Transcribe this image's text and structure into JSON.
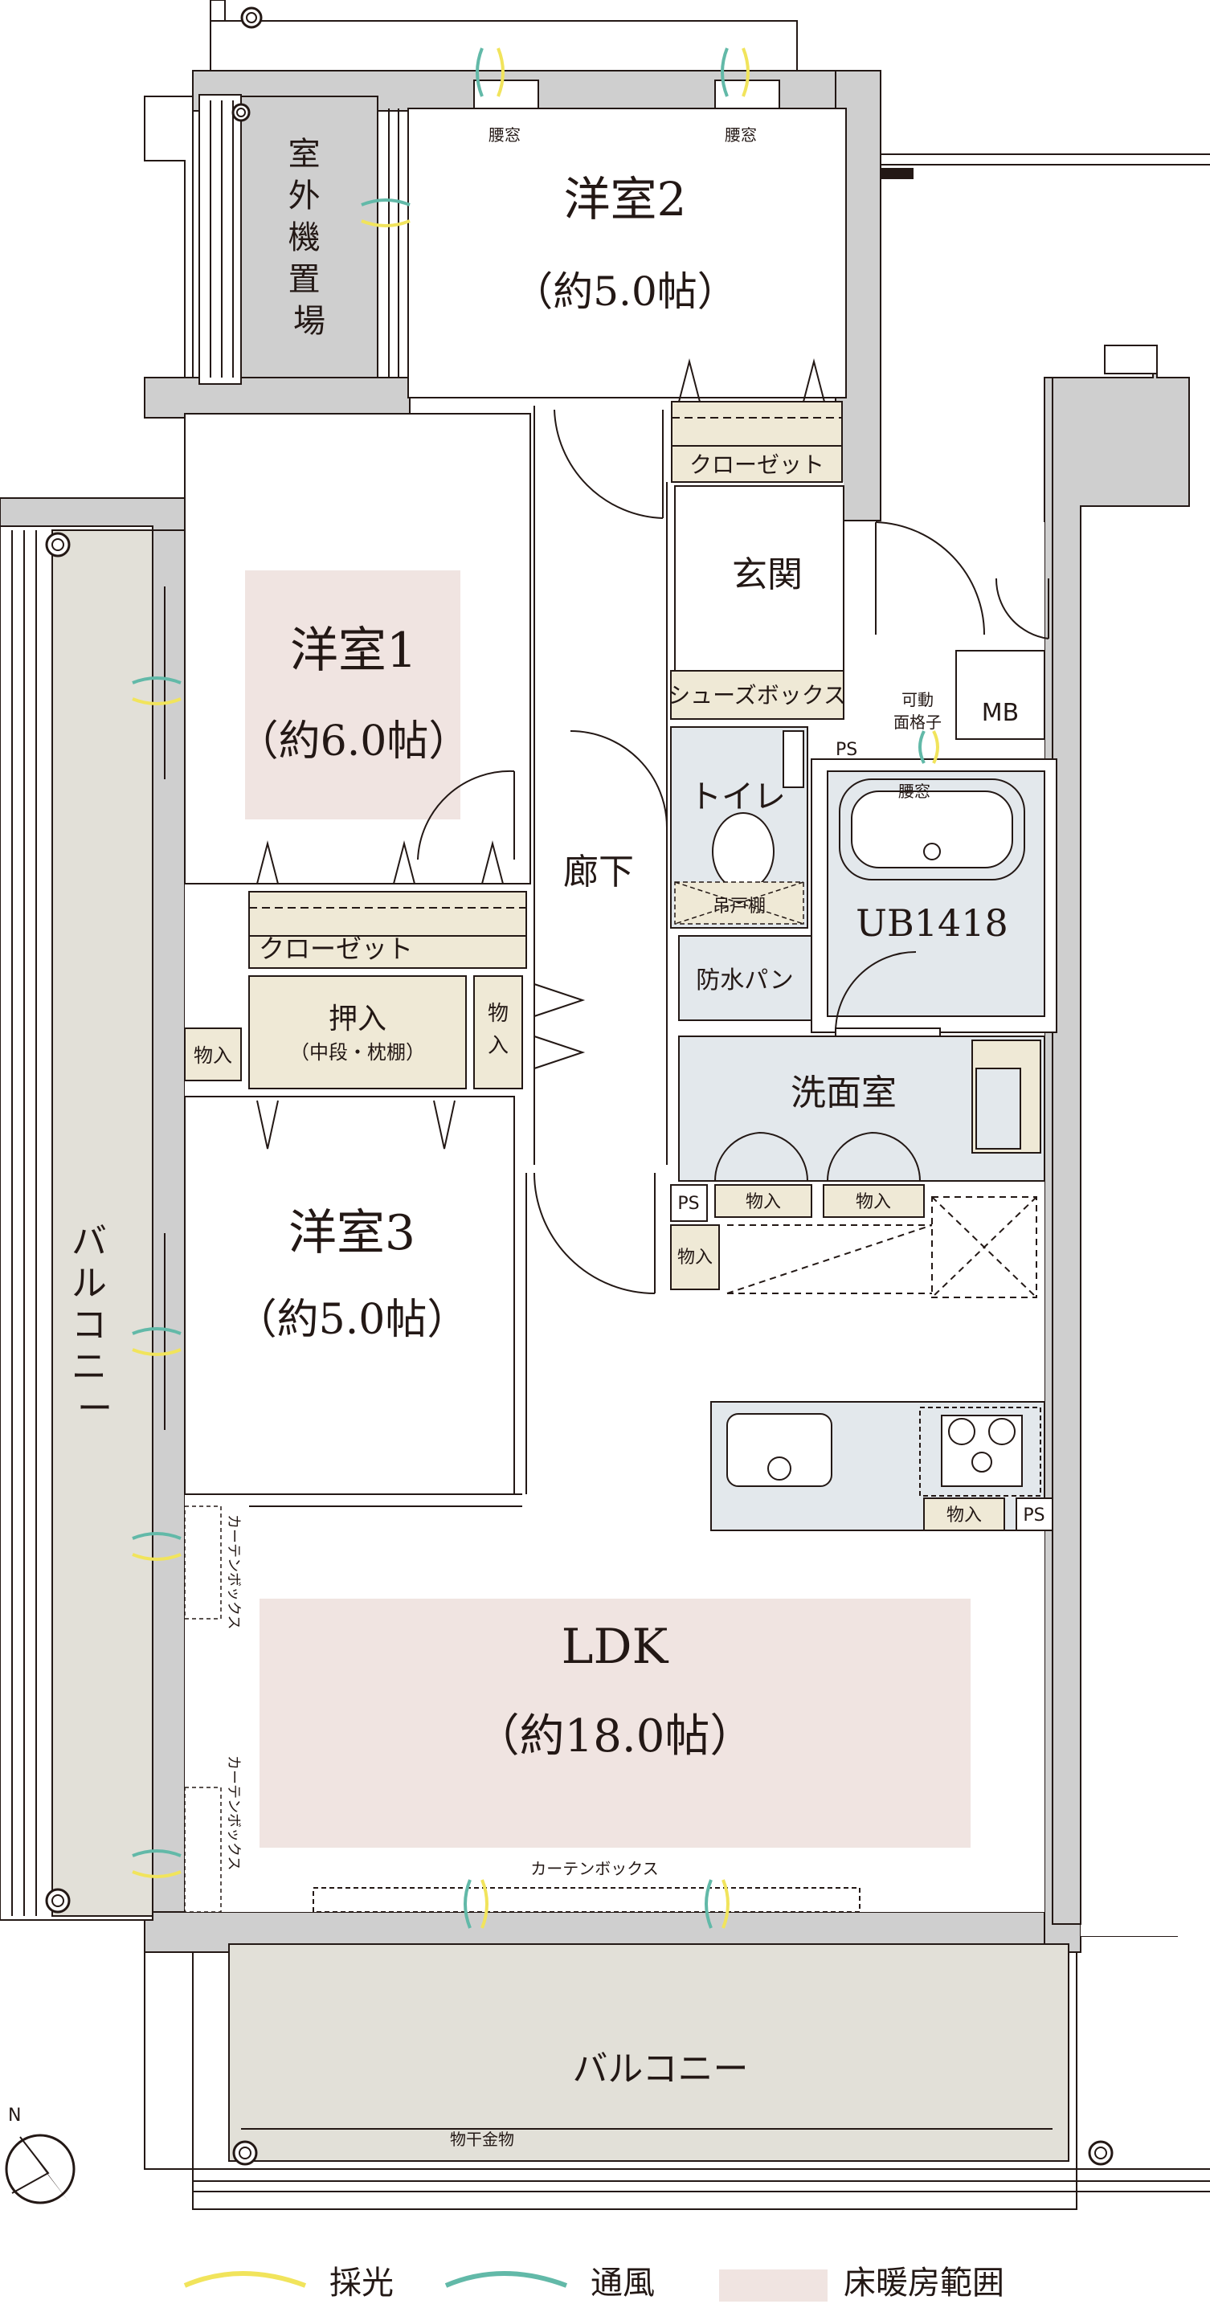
{
  "rooms": {
    "outdoor_unit": "室外機置場",
    "western2": {
      "name": "洋室2",
      "size": "（約5.0帖）"
    },
    "western1": {
      "name": "洋室1",
      "size": "（約6.0帖）"
    },
    "western3": {
      "name": "洋室3",
      "size": "（約5.0帖）"
    },
    "ldk": {
      "name": "LDK",
      "size": "（約18.0帖）"
    },
    "entrance": "玄関",
    "corridor": "廊下",
    "toilet": "トイレ",
    "unit_bath": "UB1418",
    "washroom": "洗面室",
    "balcony_west": "バルコニー",
    "balcony_south": "バルコニー",
    "mb": "MB"
  },
  "storage": {
    "closet_2": "クローゼット",
    "closet_1": "クローゼット",
    "shoes_box": "シューズボックス",
    "oshiire": "押入",
    "oshiire_sub": "（中段・枕棚）",
    "mono_small": "物入",
    "mono_door": "物",
    "mono_door2": "入",
    "bosui_pan": "防水パン",
    "tsuridana": "吊戸棚"
  },
  "labels": {
    "koshimado": "腰窓",
    "kado_mengoshi": "可動",
    "kado_mengoshi2": "面格子",
    "ps": "PS",
    "curtain_box": "カーテンボックス",
    "monohoshi": "物干金物",
    "north": "N"
  },
  "legend": [
    {
      "label": "採光",
      "color": "#f1e45c"
    },
    {
      "label": "通風",
      "color": "#62b9a8"
    },
    {
      "label": "床暖房範囲",
      "color": "#f0e4e1"
    }
  ],
  "colors": {
    "wall": "#cfcfcf",
    "storage": "#efe9d6",
    "wet_area": "#e3e8ec",
    "balcony": "#e2e0d8",
    "floor_heating": "#f0e4e1",
    "line": "#231815"
  }
}
